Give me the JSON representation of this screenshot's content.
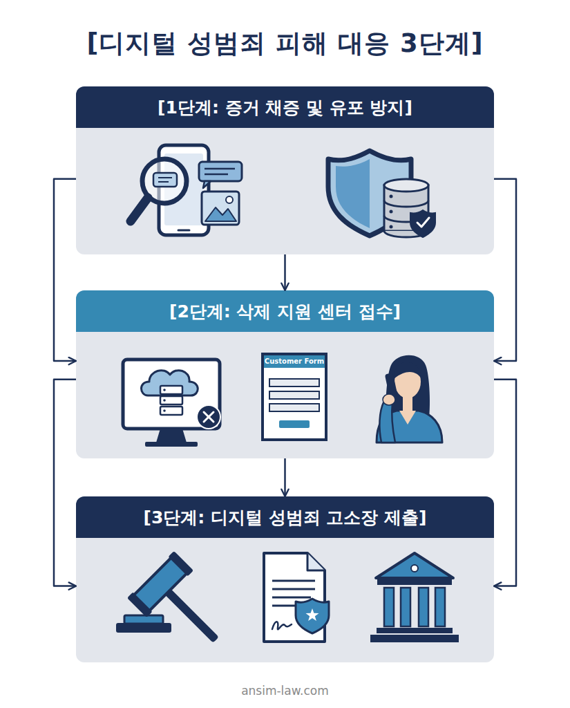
{
  "diagram": {
    "title": "[디지털 성범죄 피해 대응 3단계]",
    "nodes": [
      {
        "text": [
          "[1단계: 증거 채증 및 유포 방지]"
        ]
      },
      {
        "text": [
          "[2단계: 삭제 지원 센터 접수]"
        ]
      },
      {
        "text": [
          "[3단계: 디지털 성범죄 고소장 제출]"
        ]
      }
    ],
    "edges": [
      {
        "from": 0,
        "to": 1,
        "arrow": "to"
      },
      {
        "from": 0,
        "to": 1,
        "arrow": "to"
      },
      {
        "from": 0,
        "to": 1,
        "arrow": "to"
      },
      {
        "from": 1,
        "to": 2,
        "arrow": "to"
      },
      {
        "from": 1,
        "to": 2,
        "arrow": "to"
      },
      {
        "from": 1,
        "to": 2,
        "arrow": "to"
      }
    ],
    "labels": [
      "Customer Form",
      "ansim-law.com"
    ]
  }
}
